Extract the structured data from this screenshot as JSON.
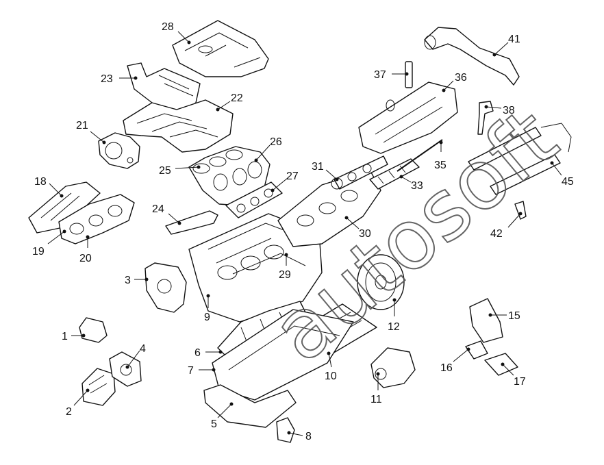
{
  "diagram": {
    "watermark": "autosoft",
    "callouts": [
      "1",
      "2",
      "3",
      "4",
      "5",
      "6",
      "7",
      "8",
      "9",
      "10",
      "11",
      "12",
      "15",
      "16",
      "17",
      "18",
      "19",
      "20",
      "21",
      "22",
      "23",
      "24",
      "25",
      "26",
      "27",
      "28",
      "29",
      "30",
      "31",
      "33",
      "35",
      "36",
      "37",
      "38",
      "41",
      "42",
      "45"
    ]
  }
}
